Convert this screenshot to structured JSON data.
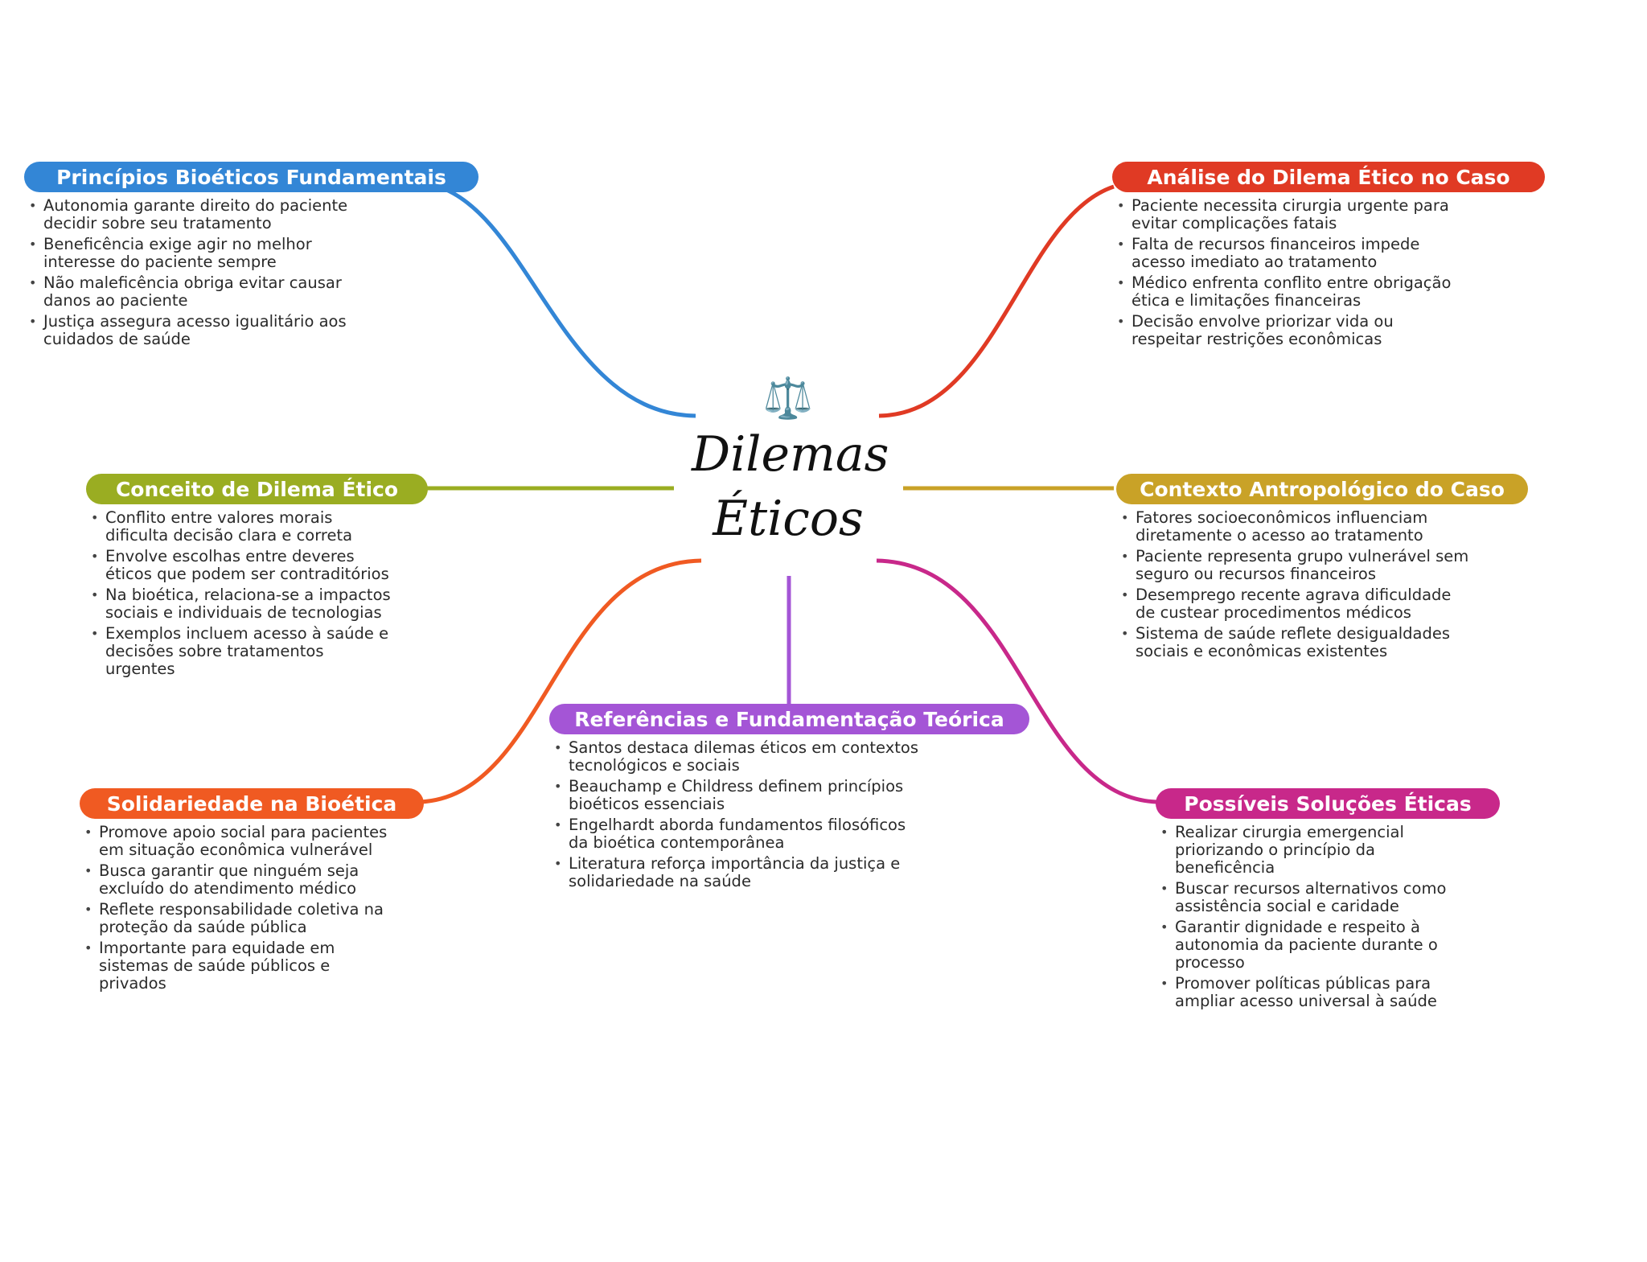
{
  "center": {
    "icon": "⚖️",
    "title_line1": "Dilemas",
    "title_line2": "Éticos"
  },
  "branches": [
    {
      "title": "Princípios Bioéticos Fundamentais",
      "color": "#3386d6",
      "items": [
        "Autonomia garante direito do paciente decidir sobre seu tratamento",
        "Beneficência exige agir no melhor interesse do paciente sempre",
        "Não maleficência obriga evitar causar danos ao paciente",
        "Justiça assegura acesso igualitário aos cuidados de saúde"
      ]
    },
    {
      "title": "Análise do Dilema Ético no Caso",
      "color": "#e03a24",
      "items": [
        "Paciente necessita cirurgia urgente para evitar complicações fatais",
        "Falta de recursos financeiros impede acesso imediato ao tratamento",
        "Médico enfrenta conflito entre obrigação ética e limitações financeiras",
        "Decisão envolve priorizar vida ou respeitar restrições econômicas"
      ]
    },
    {
      "title": "Conceito de Dilema Ético",
      "color": "#9aad22",
      "items": [
        "Conflito entre valores morais dificulta decisão clara e correta",
        "Envolve escolhas entre deveres éticos que podem ser contraditórios",
        "Na bioética, relaciona-se a impactos sociais e individuais de tecnologias",
        "Exemplos incluem acesso à saúde e decisões sobre tratamentos urgentes"
      ]
    },
    {
      "title": "Contexto Antropológico do Caso",
      "color": "#c9a227",
      "items": [
        "Fatores socioeconômicos influenciam diretamente o acesso ao tratamento",
        "Paciente representa grupo vulnerável sem seguro ou recursos financeiros",
        "Desemprego recente agrava dificuldade de custear procedimentos médicos",
        "Sistema de saúde reflete desigualdades sociais e econômicas existentes"
      ]
    },
    {
      "title": "Referências e Fundamentação Teórica",
      "color": "#a455d6",
      "items": [
        "Santos destaca dilemas éticos em contextos tecnológicos e sociais",
        "Beauchamp e Childress definem princípios bioéticos essenciais",
        "Engelhardt aborda fundamentos filosóficos da bioética contemporânea",
        "Literatura reforça importância da justiça e solidariedade na saúde"
      ]
    },
    {
      "title": "Solidariedade na Bioética",
      "color": "#f05a22",
      "items": [
        "Promove apoio social para pacientes em situação econômica vulnerável",
        "Busca garantir que ninguém seja excluído do atendimento médico",
        "Reflete responsabilidade coletiva na proteção da saúde pública",
        "Importante para equidade em sistemas de saúde públicos e privados"
      ]
    },
    {
      "title": "Possíveis Soluções Éticas",
      "color": "#c8288a",
      "items": [
        "Realizar cirurgia emergencial priorizando o princípio da beneficência",
        "Buscar recursos alternativos como assistência social e caridade",
        "Garantir dignidade e respeito à autonomia da paciente durante o processo",
        "Promover políticas públicas para ampliar acesso universal à saúde"
      ]
    }
  ]
}
